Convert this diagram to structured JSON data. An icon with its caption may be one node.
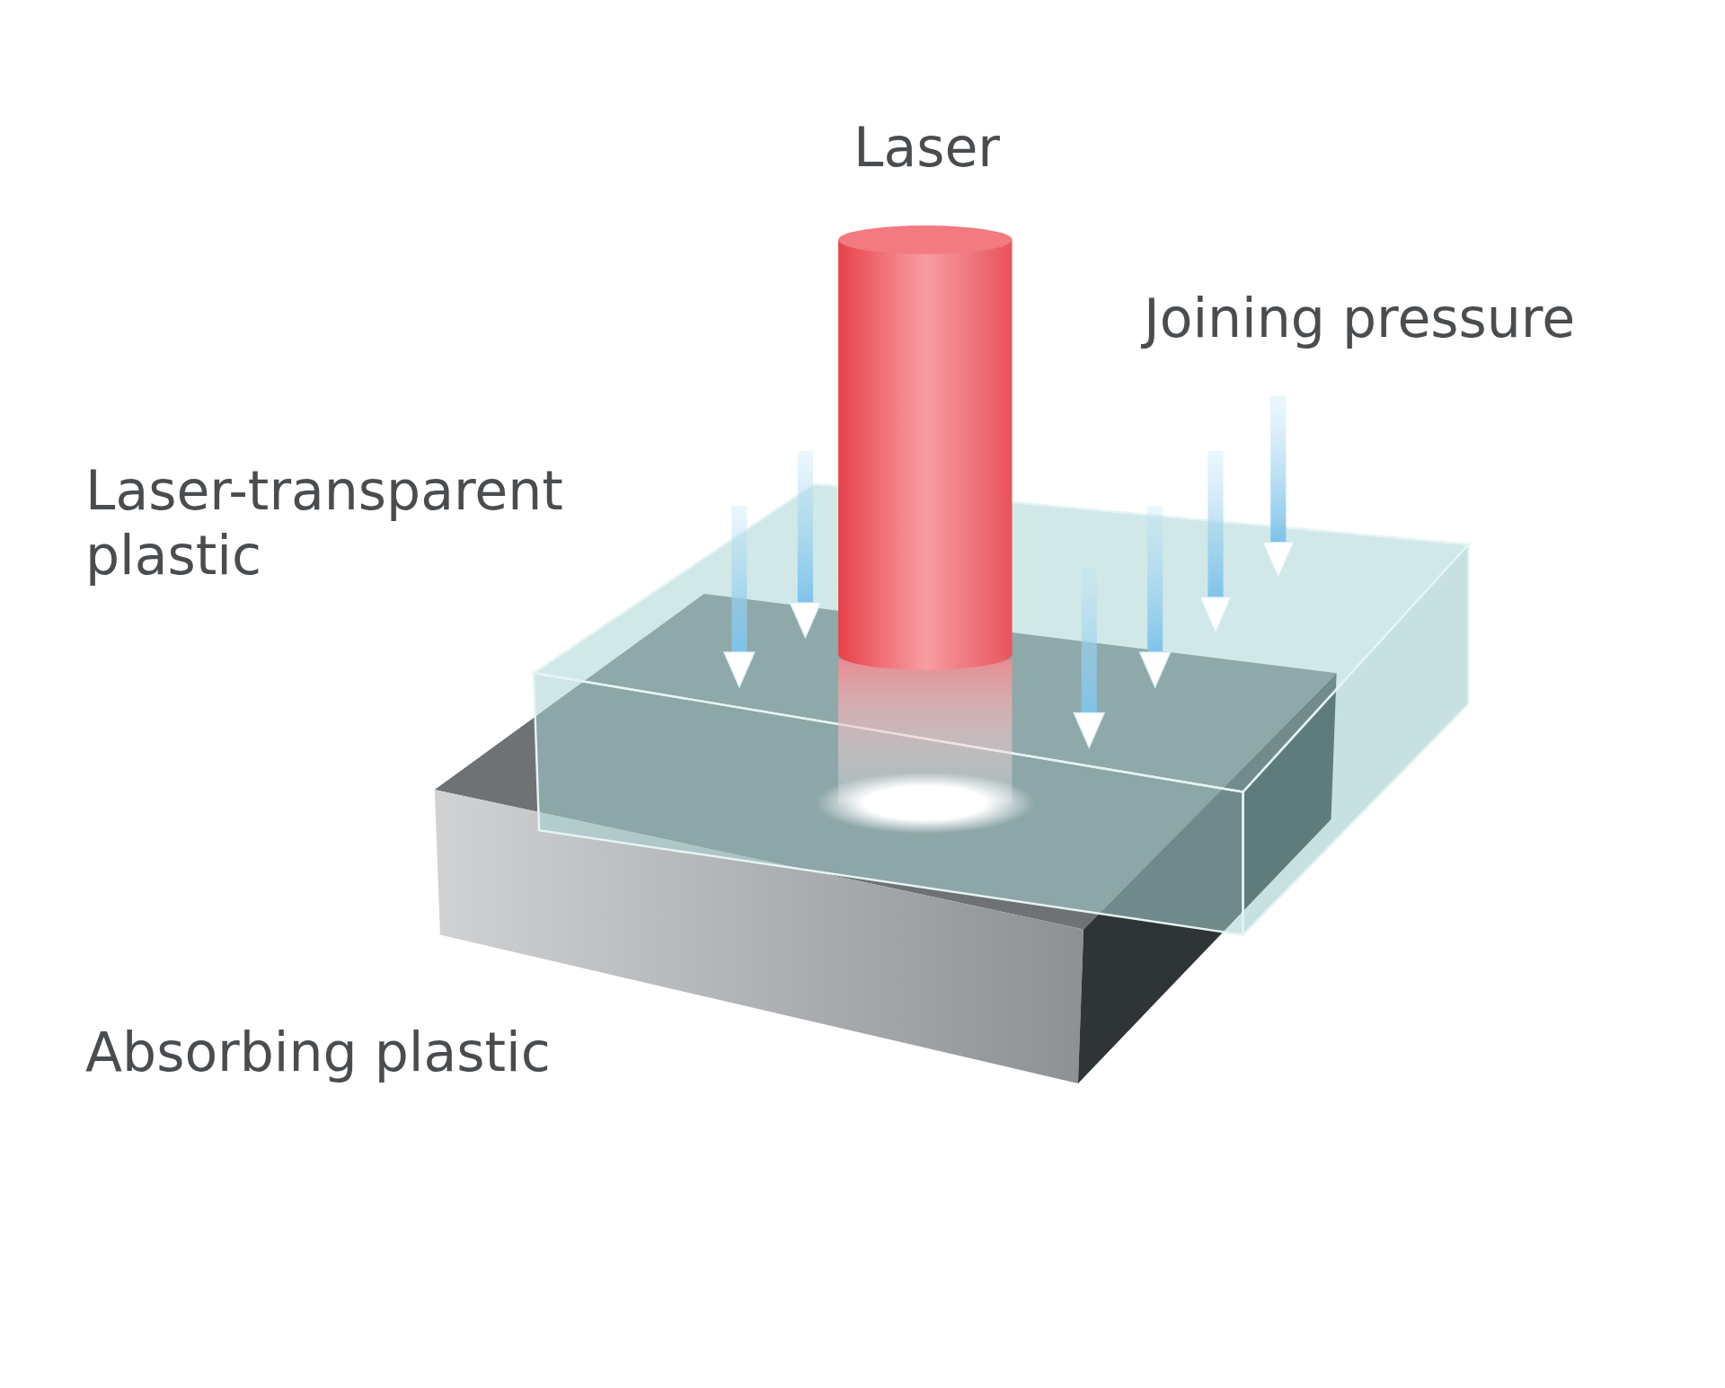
{
  "diagram": {
    "labels": [
      "Laser",
      "Joining pressure",
      "Laser-transparent plastic",
      "Absorbing plastic"
    ]
  }
}
